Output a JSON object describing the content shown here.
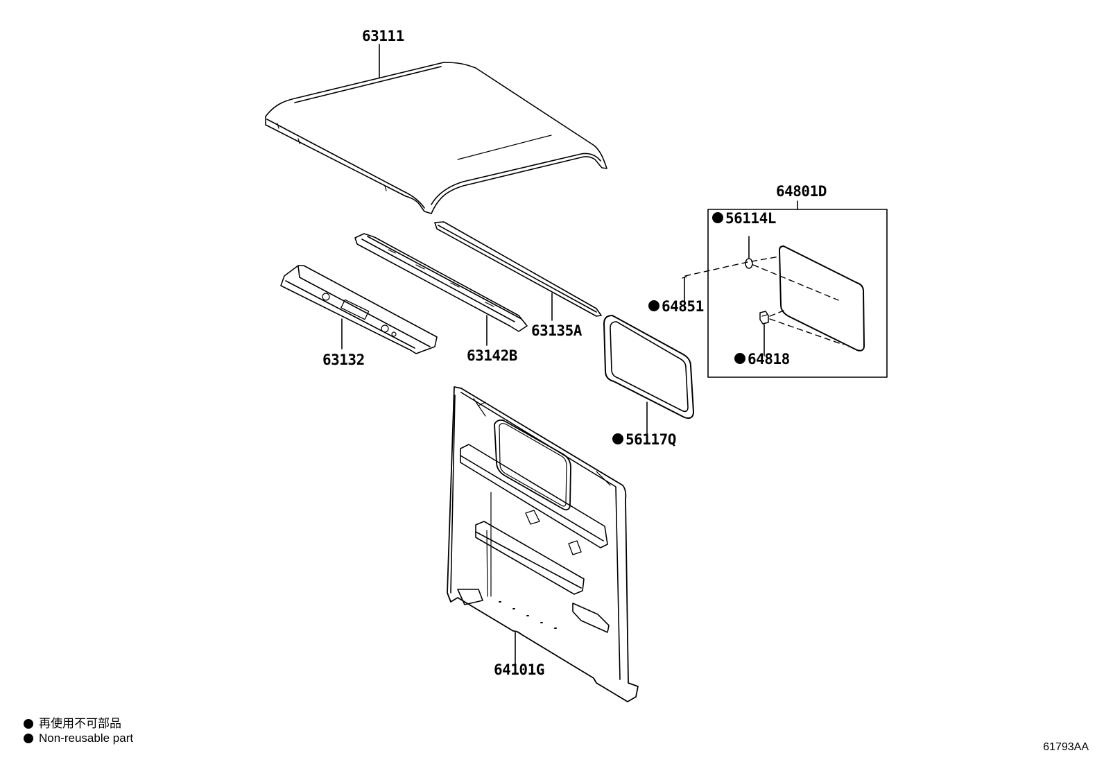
{
  "callouts": {
    "roof_panel": "63111",
    "roof_bow_front": "63132",
    "roof_bow_center": "63142B",
    "roof_side_rail": "63135A",
    "back_window_assy": "64801D",
    "glass_clip": "56114L",
    "back_window_clip": "64851",
    "back_window_stopper": "64818",
    "weatherstrip": "56117Q",
    "back_panel": "64101G"
  },
  "legend": {
    "marker_icon": "filled-circle",
    "japanese": "再使用不可部品",
    "english": "Non-reusable part"
  },
  "drawing_id": "61793AA",
  "colors": {
    "ink": "#000000",
    "background": "#ffffff"
  }
}
